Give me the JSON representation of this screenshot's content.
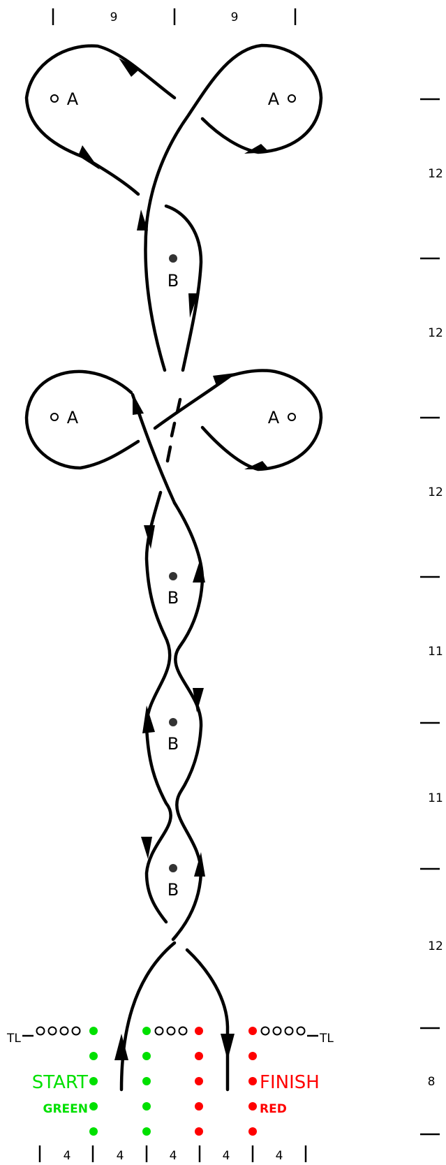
{
  "top_dimensions": [
    "9",
    "9"
  ],
  "right_dimensions": [
    "12",
    "12",
    "12",
    "11",
    "11",
    "12",
    "8"
  ],
  "bottom_dimensions": [
    "4",
    "4",
    "4",
    "4",
    "4"
  ],
  "markers": {
    "a": [
      "A",
      "A",
      "A",
      "A"
    ],
    "b": [
      "B",
      "B",
      "B",
      "B"
    ]
  },
  "labels": {
    "start": "START",
    "green": "GREEN",
    "finish": "FINISH",
    "red": "RED",
    "tl_left": "TL",
    "tl_right": "TL"
  },
  "colors": {
    "line": "#000000",
    "green": "#00e000",
    "red": "#ff0000"
  }
}
